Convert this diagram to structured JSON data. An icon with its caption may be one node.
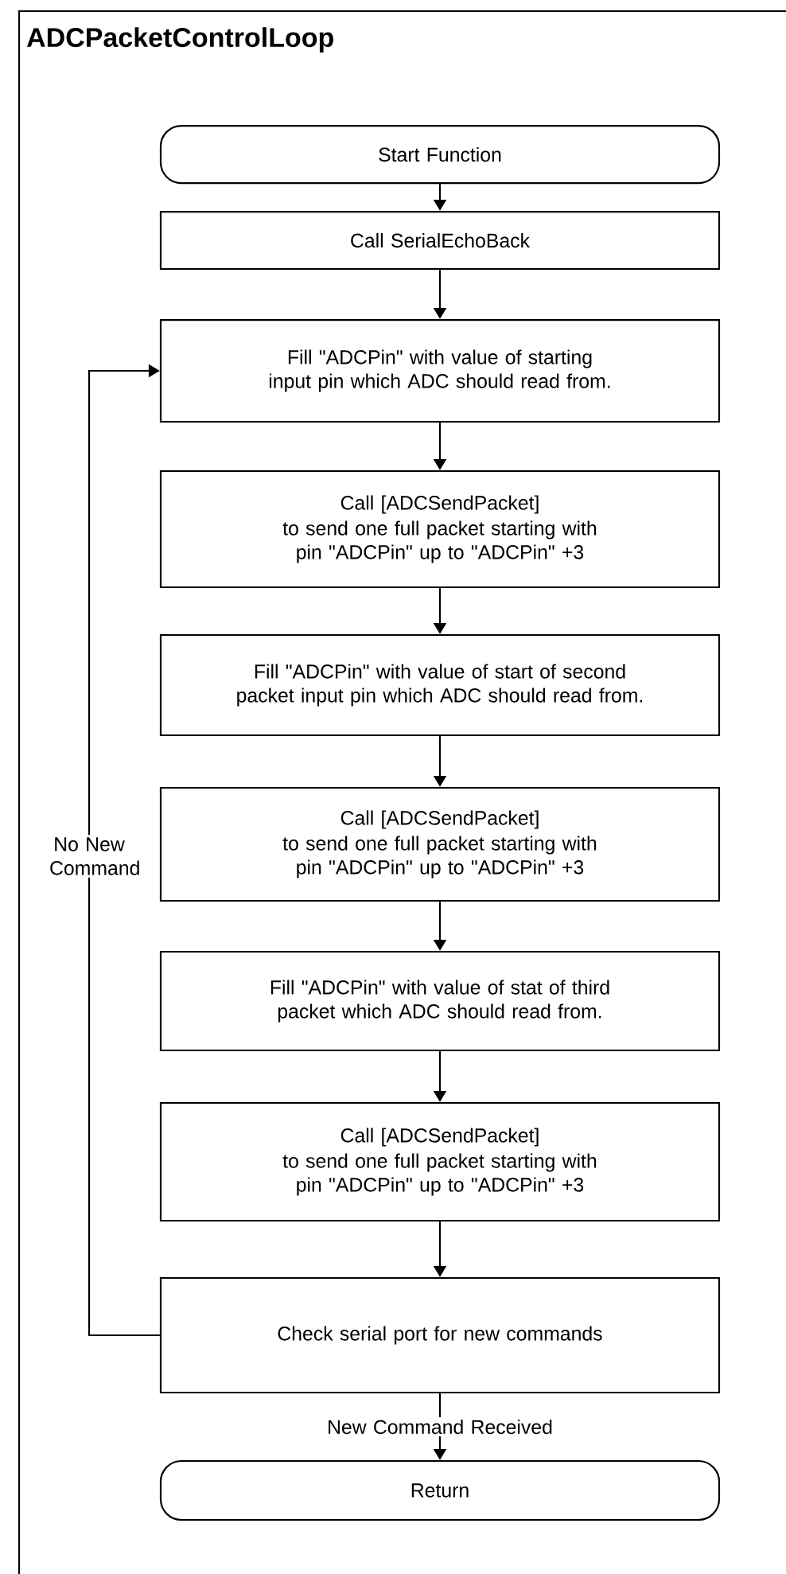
{
  "diagram": {
    "title": "ADCPacketControlLoop",
    "nodes": [
      {
        "text": [
          "Start Function"
        ]
      },
      {
        "text": [
          "Call SerialEchoBack"
        ]
      },
      {
        "text": [
          "Fill \"ADCPin\" with value of starting input pin which ADC should read from."
        ]
      },
      {
        "text": [
          "Call [ADCSendPacket]",
          "to send one full packet starting with pin \"ADCPin\" up to \"ADCPin\" +3"
        ]
      },
      {
        "text": [
          "Fill \"ADCPin\" with value of start of second packet input pin which ADC should read from."
        ]
      },
      {
        "text": [
          "Call [ADCSendPacket]",
          "to send one full packet starting with pin \"ADCPin\" up to \"ADCPin\" +3"
        ]
      },
      {
        "text": [
          "Fill \"ADCPin\" with value of stat of third packet which ADC should read from."
        ]
      },
      {
        "text": [
          "Call [ADCSendPacket]",
          "to send one full packet starting with pin \"ADCPin\" up to \"ADCPin\" +3"
        ]
      },
      {
        "text": [
          "Check serial port for new commands"
        ]
      },
      {
        "text": [
          "Return"
        ]
      }
    ],
    "edges": [
      {
        "from": 0,
        "to": 1,
        "arrow": "to"
      },
      {
        "from": 1,
        "to": 2,
        "arrow": "to"
      },
      {
        "from": 2,
        "to": 3,
        "arrow": "to"
      },
      {
        "from": 3,
        "to": 4,
        "arrow": "to"
      },
      {
        "from": 4,
        "to": 5,
        "arrow": "to"
      },
      {
        "from": 5,
        "to": 6,
        "arrow": "to"
      },
      {
        "from": 6,
        "to": 7,
        "arrow": "to"
      },
      {
        "from": 7,
        "to": 8,
        "arrow": "to"
      },
      {
        "from": 8,
        "to": 9,
        "arrow": "to",
        "label": "New Command Received"
      },
      {
        "from": 8,
        "to": 2,
        "arrow": "to",
        "label": "No New Command"
      }
    ]
  }
}
